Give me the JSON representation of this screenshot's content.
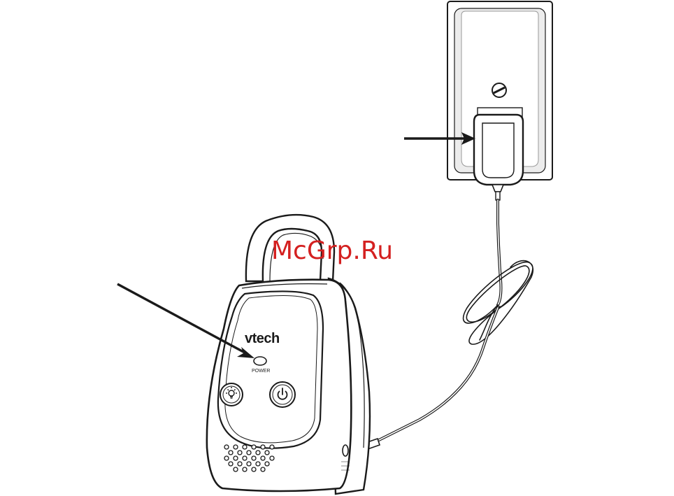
{
  "diagram": {
    "watermark": "McGrp.Ru",
    "brand_logo": "vtech",
    "power_label": "POWER",
    "nightlight_button_icon": "lightbulb-icon",
    "power_button_icon": "power-icon",
    "colors": {
      "line": "#1a1a1a",
      "wall_plate_fill": "#ededed",
      "watermark": "#d42020"
    }
  }
}
